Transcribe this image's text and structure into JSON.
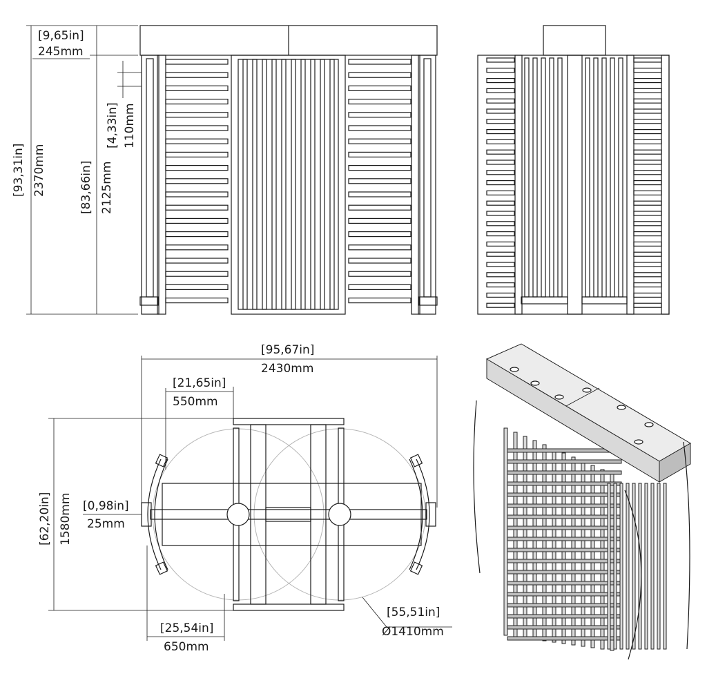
{
  "front_view": {
    "top_height": {
      "in": "[9,65in]",
      "mm": "245mm"
    },
    "total_height": {
      "in": "[93,31in]",
      "mm": "2370mm"
    },
    "gate_height": {
      "in": "[83,66in]",
      "mm": "2125mm"
    },
    "slat_spacing": {
      "in": "[4,33in]",
      "mm": "110mm"
    }
  },
  "top_view": {
    "total_width": {
      "in": "[95,67in]",
      "mm": "2430mm"
    },
    "rotor_offset": {
      "in": "[21,65in]",
      "mm": "550mm"
    },
    "depth": {
      "in": "[62,20in]",
      "mm": "1580mm"
    },
    "arc_thickness": {
      "in": "[0,98in]",
      "mm": "25mm"
    },
    "arc_offset": {
      "in": "[25,54in]",
      "mm": "650mm"
    },
    "rotor_diameter": {
      "in": "[55,51in]",
      "mm": "Ø1410mm"
    }
  }
}
